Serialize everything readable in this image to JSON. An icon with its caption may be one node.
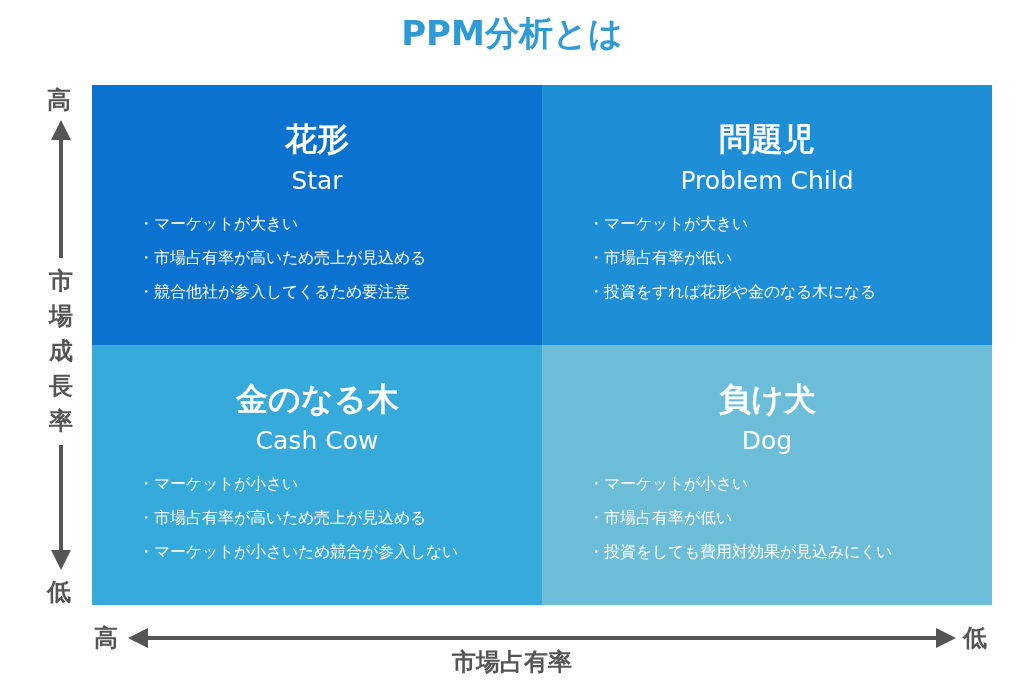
{
  "diagram": {
    "title": "PPM分析とは",
    "nodes": [
      {
        "text": [
          "花形",
          "Star",
          "・マーケットが大きい",
          "・市場占有率が高いため売上が見込める",
          "・競合他社が参入してくるため要注意"
        ]
      },
      {
        "text": [
          "問題児",
          "Problem Child",
          "・マーケットが大きい",
          "・市場占有率が低い",
          "・投資をすれば花形や金のなる木になる"
        ]
      },
      {
        "text": [
          "金のなる木",
          "Cash Cow",
          "・マーケットが小さい",
          "・市場占有率が高いため売上が見込める",
          "・マーケットが小さいため競合が参入しない"
        ]
      },
      {
        "text": [
          "負け犬",
          "Dog",
          "・マーケットが小さい",
          "・市場占有率が低い",
          "・投資をしても費用対効果が見込みにくい"
        ]
      }
    ],
    "edges": [],
    "labels": [
      "高",
      "市場成長率",
      "低",
      "高",
      "低",
      "市場占有率"
    ]
  }
}
